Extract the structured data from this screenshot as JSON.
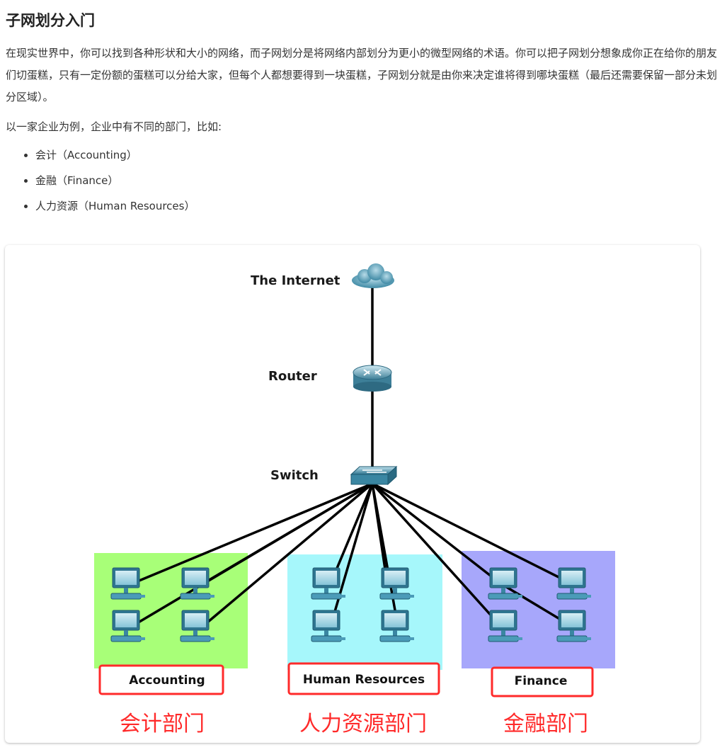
{
  "article": {
    "title": "子网划分入门",
    "paragraph1": "在现实世界中，你可以找到各种形状和大小的网络，而子网划分是将网络内部划分为更小的微型网络的术语。你可以把子网划分想象成你正在给你的朋友们切蛋糕，只有一定份额的蛋糕可以分给大家，但每个人都想要得到一块蛋糕，子网划分就是由你来决定谁将得到哪块蛋糕（最后还需要保留一部分未划分区域）。",
    "paragraph2": "以一家企业为例，企业中有不同的部门，比如:",
    "bullets": [
      "会计（Accounting）",
      "金融（Finance）",
      "人力资源（Human Resources）"
    ]
  },
  "diagram": {
    "internet_label": "The Internet",
    "router_label": "Router",
    "switch_label": "Switch",
    "departments": [
      {
        "name": "Accounting",
        "cn_label": "会计部门",
        "color": "#a8ff78"
      },
      {
        "name": "Human Resources",
        "cn_label": "人力资源部门",
        "color": "#a6f7fb"
      },
      {
        "name": "Finance",
        "cn_label": "金融部门",
        "color": "#a7a7fb"
      }
    ],
    "label_box_color": "#ff2a2a",
    "computer_icon": "desktop-computer-icon",
    "cloud_icon": "cloud-icon",
    "router_icon": "router-icon",
    "switch_icon": "switch-icon"
  }
}
